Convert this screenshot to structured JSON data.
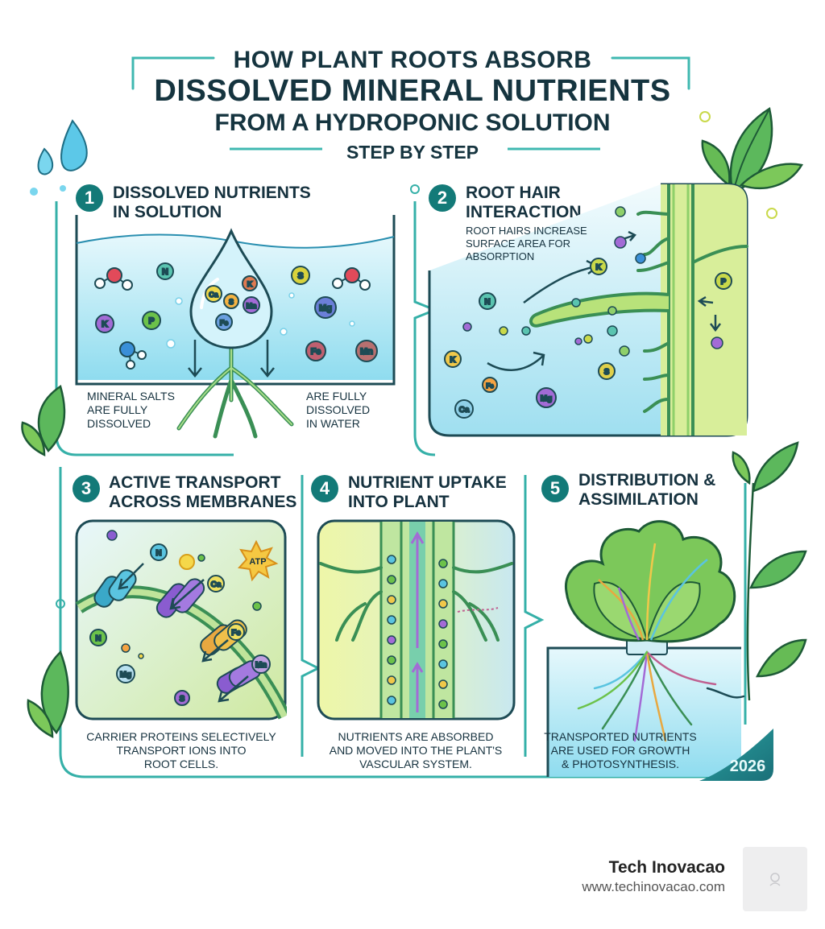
{
  "header": {
    "line1": "HOW PLANT ROOTS ABSORB",
    "line2": "DISSOLVED MINERAL NUTRIENTS",
    "line3": "FROM A HYDROPONIC SOLUTION",
    "line4": "STEP BY STEP"
  },
  "steps": [
    {
      "number": "1",
      "title_lines": [
        "DISSOLVED NUTRIENTS",
        "IN SOLUTION"
      ],
      "caption_left": [
        "MINERAL SALTS",
        "ARE FULLY",
        "DISSOLVED"
      ],
      "caption_right": [
        "ARE FULLY",
        "DISSOLVED",
        "IN WATER"
      ]
    },
    {
      "number": "2",
      "title_lines": [
        "ROOT HAIR",
        "INTERACTION"
      ],
      "subtitle": [
        "ROOT HAIRS INCREASE",
        "SURFACE AREA FOR",
        "ABSORPTION"
      ]
    },
    {
      "number": "3",
      "title_lines": [
        "ACTIVE TRANSPORT",
        "ACROSS MEMBRANES"
      ],
      "caption": [
        "CARRIER PROTEINS SELECTIVELY",
        "TRANSPORT IONS INTO",
        "ROOT CELLS."
      ]
    },
    {
      "number": "4",
      "title_lines": [
        "NUTRIENT UPTAKE",
        "INTO PLANT"
      ],
      "caption": [
        "NUTRIENTS ARE ABSORBED",
        "AND MOVED INTO THE PLANT'S",
        "VASCULAR SYSTEM."
      ]
    },
    {
      "number": "5",
      "title_lines": [
        "DISTRIBUTION &",
        "ASSIMILATION"
      ],
      "caption": [
        "TRANSPORTED NUTRIENTS",
        "ARE USED FOR GROWTH",
        "& PHOTOSYNTHESIS."
      ]
    }
  ],
  "ion_labels": [
    "N",
    "K",
    "P",
    "S",
    "Ca",
    "Mg",
    "Fe",
    "Mn",
    "ATP"
  ],
  "year_badge": "2026",
  "footer": {
    "brand": "Tech Inovacao",
    "url": "www.techinovacao.com"
  },
  "colors": {
    "accent": "#137a78",
    "outline": "#1d4b55",
    "water": "#bfeaf5",
    "leaf": "#5cb85c"
  }
}
